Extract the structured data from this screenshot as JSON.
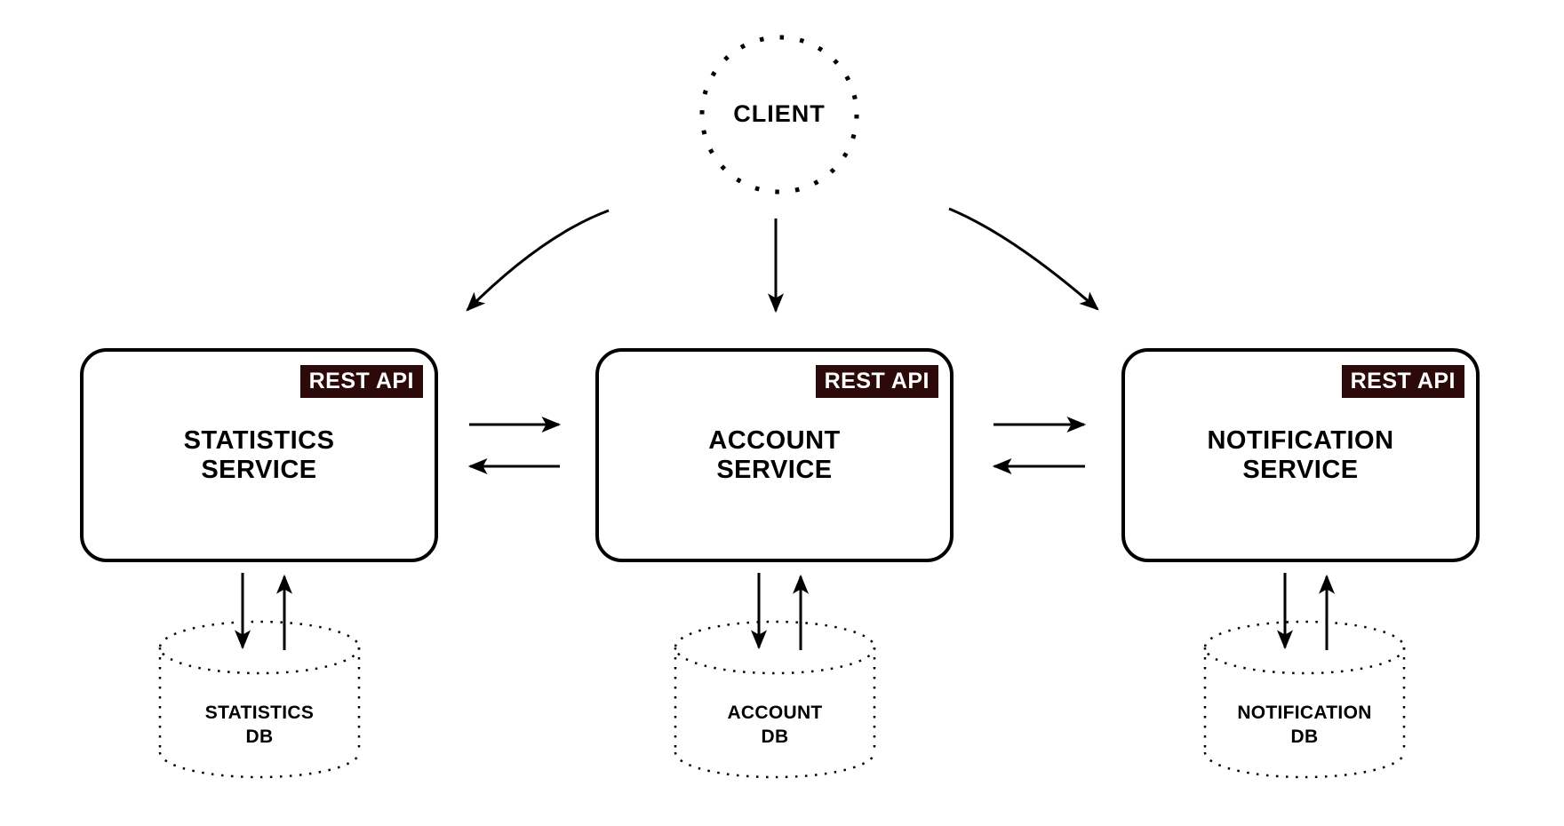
{
  "client": {
    "label": "CLIENT"
  },
  "services": [
    {
      "badge": "REST API",
      "name": "STATISTICS\nSERVICE",
      "database": "STATISTICS\nDB"
    },
    {
      "badge": "REST API",
      "name": "ACCOUNT\nSERVICE",
      "database": "ACCOUNT\nDB"
    },
    {
      "badge": "REST API",
      "name": "NOTIFICATION\nSERVICE",
      "database": "NOTIFICATION\nDB"
    }
  ],
  "colors": {
    "background": "#ffffff",
    "line": "#000000",
    "badge_bg": "#2d0a0a",
    "badge_text": "#ffffff"
  }
}
